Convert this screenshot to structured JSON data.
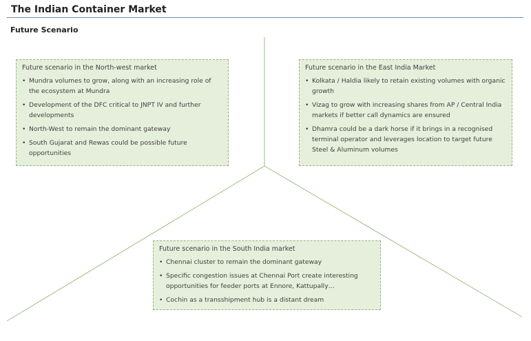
{
  "header": {
    "title": "The Indian Container Market",
    "subtitle": "Future Scenario"
  },
  "boxes": {
    "north_west": {
      "heading": "Future scenario in the North-west market",
      "items": [
        "Mundra volumes to grow, along with an increasing role of the ecosystem at Mundra",
        "Development  of the DFC critical to JNPT IV and further developments",
        "North-West to remain the dominant gateway",
        "South Gujarat and Rewas could be possible future opportunities"
      ]
    },
    "east": {
      "heading": "Future scenario in the East India Market",
      "items": [
        "Kolkata / Haldia likely to retain existing volumes with organic growth",
        "Vizag to grow with increasing shares from AP / Central India markets if better call dynamics are ensured",
        "Dhamra could be a dark horse if it brings in a recognised terminal operator and leverages location to target future Steel & Aluminum volumes"
      ]
    },
    "south": {
      "heading": "Future scenario in the South India market",
      "items": [
        "Chennai cluster to remain the dominant gateway",
        "Specific congestion issues at Chennai Port create interesting opportunities for feeder ports at Ennore, Kattupally…",
        "Cochin as a transshipment hub is a distant dream"
      ]
    }
  },
  "colors": {
    "box_fill": "#e6efdc",
    "box_border": "#8fb67a",
    "divider_line": "#9bbf7f",
    "title_rule": "#6a8db0"
  }
}
